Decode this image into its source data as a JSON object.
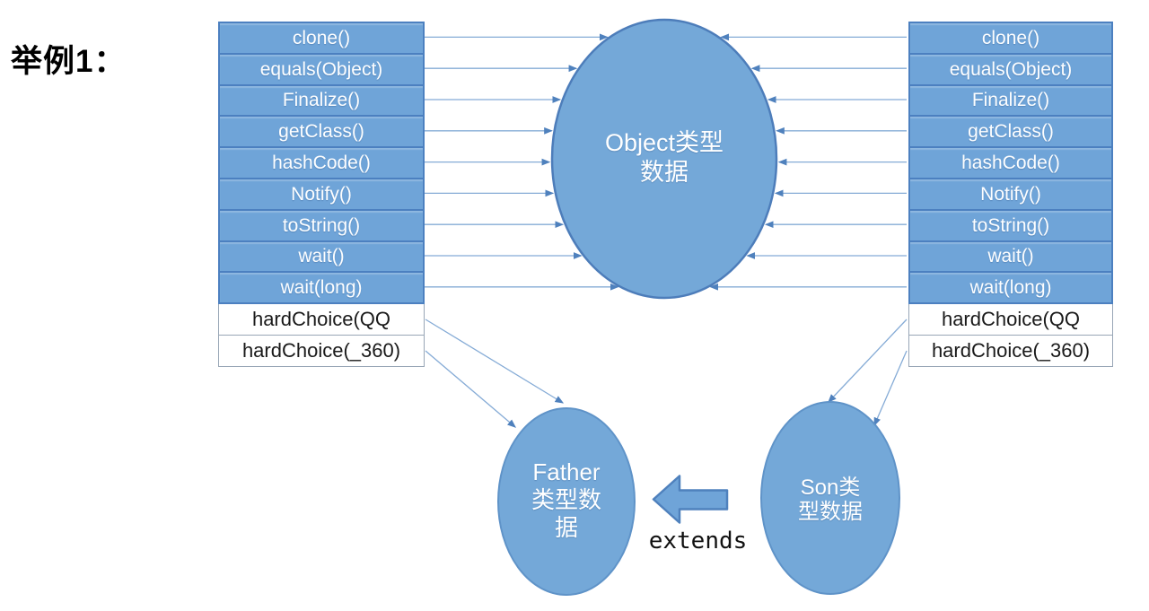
{
  "title": "举例1：",
  "colors": {
    "table_fill": "#6fa4d8",
    "shape_fill": "#74a8d8",
    "shape_border": "#4f81bd",
    "connector_line": "#85abd6",
    "arrowhead": "#4f81bd"
  },
  "left_table": {
    "rows": [
      {
        "label": "clone()",
        "style": "inherited"
      },
      {
        "label": "equals(Object)",
        "style": "inherited"
      },
      {
        "label": "Finalize()",
        "style": "inherited"
      },
      {
        "label": "getClass()",
        "style": "inherited"
      },
      {
        "label": "hashCode()",
        "style": "inherited"
      },
      {
        "label": "Notify()",
        "style": "inherited"
      },
      {
        "label": "toString()",
        "style": "inherited"
      },
      {
        "label": "wait()",
        "style": "inherited"
      },
      {
        "label": "wait(long)",
        "style": "inherited"
      },
      {
        "label": "hardChoice(QQ",
        "style": "own"
      },
      {
        "label": "hardChoice(_360)",
        "style": "own"
      }
    ]
  },
  "right_table": {
    "rows": [
      {
        "label": "clone()",
        "style": "inherited"
      },
      {
        "label": "equals(Object)",
        "style": "inherited"
      },
      {
        "label": "Finalize()",
        "style": "inherited"
      },
      {
        "label": "getClass()",
        "style": "inherited"
      },
      {
        "label": "hashCode()",
        "style": "inherited"
      },
      {
        "label": "Notify()",
        "style": "inherited"
      },
      {
        "label": "toString()",
        "style": "inherited"
      },
      {
        "label": "wait()",
        "style": "inherited"
      },
      {
        "label": "wait(long)",
        "style": "inherited"
      },
      {
        "label": "hardChoice(QQ",
        "style": "own"
      },
      {
        "label": "hardChoice(_360)",
        "style": "own"
      }
    ]
  },
  "ellipses": {
    "object": {
      "lines": [
        "Object类型",
        "数据"
      ]
    },
    "father": {
      "lines": [
        "Father",
        "类型数",
        "据"
      ]
    },
    "son": {
      "lines": [
        "Son类",
        "型数据"
      ]
    }
  },
  "extends_label": "extends"
}
